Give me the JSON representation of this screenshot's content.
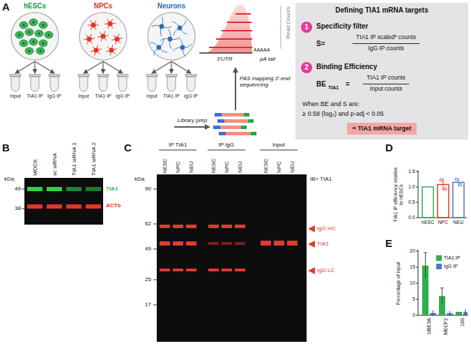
{
  "diagram": {
    "nodes": [
      {
        "text": [
          "hESCs"
        ]
      },
      {
        "text": [
          "NPCs"
        ]
      },
      {
        "text": [
          "Neurons"
        ]
      },
      {
        "text": [
          "Input"
        ]
      },
      {
        "text": [
          "TIA1 IP"
        ]
      },
      {
        "text": [
          "IgG IP"
        ]
      },
      {
        "text": [
          "Input"
        ]
      },
      {
        "text": [
          "TIA1 IP"
        ]
      },
      {
        "text": [
          "IgG IP"
        ]
      },
      {
        "text": [
          "Input"
        ]
      },
      {
        "text": [
          "TIA1 IP"
        ]
      },
      {
        "text": [
          "IgG IP"
        ]
      },
      {
        "text": [
          "Defining TIA1 mRNA targets",
          "Specificity filter",
          "S=",
          "TIA1 IP scaled* counts",
          "IgG IP counts",
          "Binding Efficiency",
          "BE",
          "TIA1",
          "=",
          "TIA1 IP counts",
          "Input counts",
          "When BE and S are:",
          "≥ 0.58 (log₂) and p-adj < 0.05"
        ]
      },
      {
        "text": [
          "1"
        ],
        "in": 12
      },
      {
        "text": [
          "2"
        ],
        "in": 12
      },
      {
        "text": [
          "= TIA1 mRNA target"
        ],
        "in": 12
      }
    ],
    "edges": [
      {
        "from": 0,
        "to": 3,
        "arrow": "to"
      },
      {
        "from": 0,
        "to": 4,
        "arrow": "to"
      },
      {
        "from": 0,
        "to": 5,
        "arrow": "to"
      },
      {
        "from": 1,
        "to": 6,
        "arrow": "to"
      },
      {
        "from": 1,
        "to": 7,
        "arrow": "to"
      },
      {
        "from": 1,
        "to": 8,
        "arrow": "to"
      },
      {
        "from": 2,
        "to": 9,
        "arrow": "to"
      },
      {
        "from": 2,
        "to": 10,
        "arrow": "to"
      },
      {
        "from": 2,
        "to": 11,
        "arrow": "to"
      }
    ],
    "labels": [
      "A",
      "Read Counts",
      "AAAAA",
      "3'UTR",
      "pA tail",
      "Library prep",
      "PAS mapping 3'-end sequencing",
      "B",
      "kDa",
      "49",
      "38",
      "MOCK",
      "sc siRNA",
      "TIA1 siRNA 1",
      "TIA1 siRNA 2",
      "TIA1",
      "ACTb",
      "C",
      "IP TIA1",
      "IP IgG",
      "Input",
      "hESC",
      "NPC",
      "NEU",
      "hESC",
      "NPC",
      "NEU",
      "hESC",
      "NPC",
      "NEU",
      "kDa",
      "90",
      "62",
      "49",
      "25",
      "17",
      "IB= TIA1",
      "IgG HC",
      "TIA1",
      "IgG LC",
      "D",
      "TIA1 IP efficiency relative to hESCs",
      "0.0",
      "0.5",
      "1.0",
      "1.5",
      "hESC",
      "NPC",
      "NEU",
      "E",
      "Percentage of Input",
      "0",
      "5",
      "10",
      "15",
      "20",
      "UBE3A",
      "MECP2",
      "18S"
    ],
    "legend": [
      {
        "text": "TIA1 IP",
        "color": "#2eb24c"
      },
      {
        "text": "IgG IP",
        "color": "#4a78c8"
      }
    ]
  }
}
